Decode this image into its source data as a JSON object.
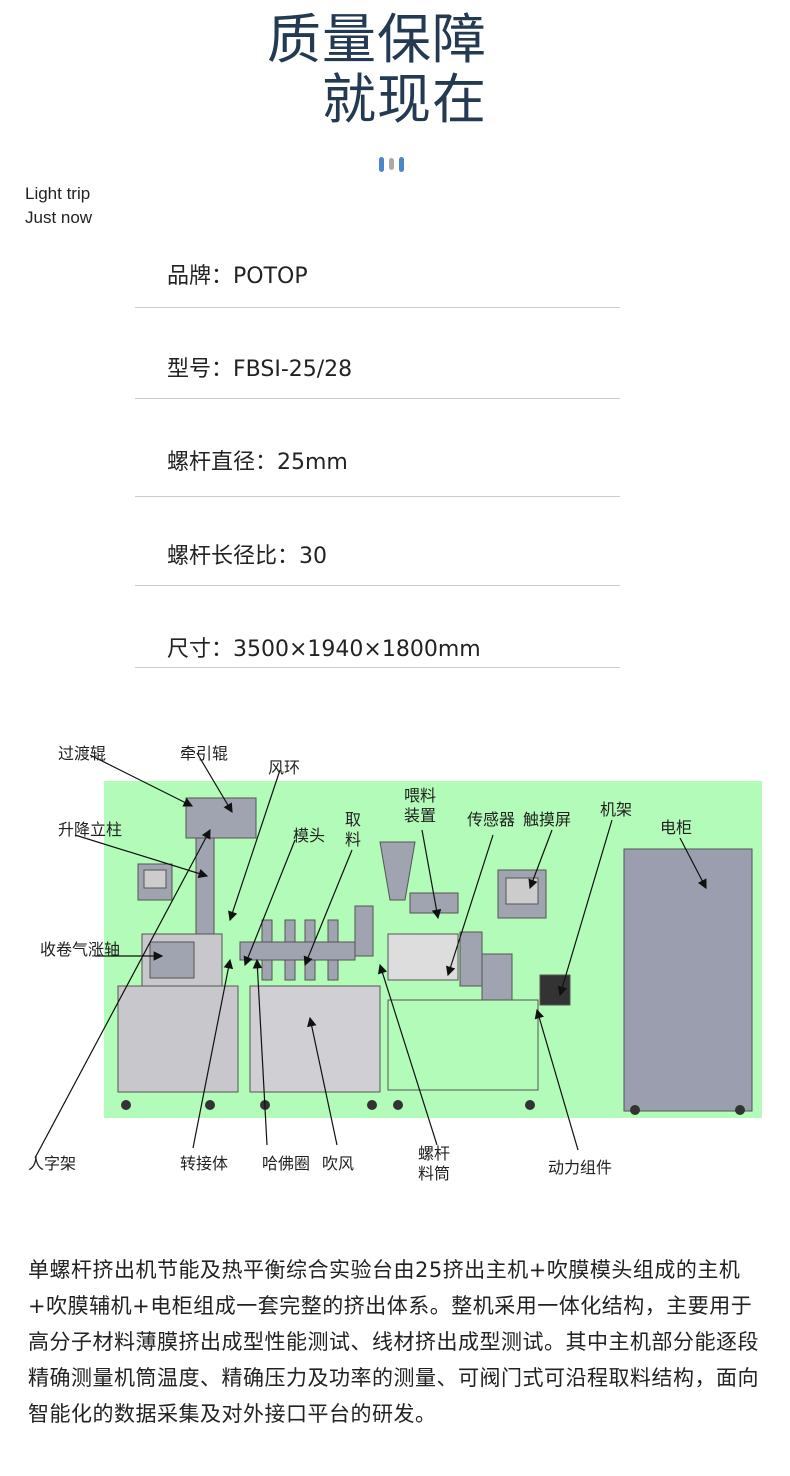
{
  "header": {
    "title_line1": "质量保障",
    "title_line2": "就现在",
    "subtitle_line1": "Light trip",
    "subtitle_line2": "Just now"
  },
  "specs": [
    {
      "text": "品牌：POTOP"
    },
    {
      "text": "型号：FBSI-25/28"
    },
    {
      "text": "螺杆直径：25mm"
    },
    {
      "text": "螺杆长径比：30"
    },
    {
      "text": "尺寸：3500×1940×1800mm"
    }
  ],
  "diagram": {
    "labels": {
      "transition_roller": "过渡辊",
      "traction_roller": "牵引辊",
      "air_ring": "风环",
      "lifting_column": "升降立柱",
      "die_head": "模头",
      "sampling": "取料",
      "feeding_device": "喂料装置",
      "sensor": "传感器",
      "touch_screen": "触摸屏",
      "frame": "机架",
      "electric_cabinet": "电柜",
      "winding_shaft": "收卷气涨轴",
      "herringbone_frame": "人字架",
      "adapter": "转接体",
      "harvard_ring": "哈佛圈",
      "blowing": "吹风",
      "screw_barrel": "螺杆料筒",
      "power_assembly": "动力组件"
    },
    "background_color": "#b3fbb8"
  },
  "description": "单螺杆挤出机节能及热平衡综合实验台由25挤出主机+吹膜模头组成的主机+吹膜辅机+电柜组成一套完整的挤出体系。整机采用一体化结构，主要用于高分子材料薄膜挤出成型性能测试、线材挤出成型测试。其中主机部分能逐段精确测量机筒温度、精确压力及功率的测量、可阀门式可沿程取料结构，面向智能化的数据采集及对外接口平台的研发。"
}
